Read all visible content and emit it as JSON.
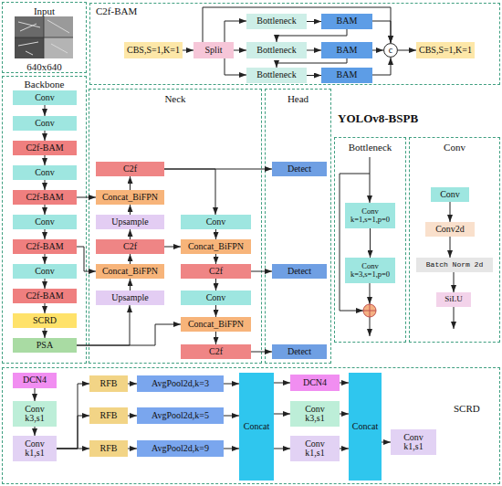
{
  "diagram": {
    "nodes": [
      {
        "text": [
          "Input",
          "640x640"
        ]
      },
      {
        "text": [
          "C2f-BAM"
        ]
      },
      {
        "text": [
          "CBS,S=1,K=1"
        ],
        "in": 1
      },
      {
        "text": [
          "Split"
        ],
        "in": 1
      },
      {
        "text": [
          "Bottleneck"
        ],
        "in": 1
      },
      {
        "text": [
          "BAM"
        ],
        "in": 1
      },
      {
        "text": [
          "Bottleneck"
        ],
        "in": 1
      },
      {
        "text": [
          "BAM"
        ],
        "in": 1
      },
      {
        "text": [
          "Bottleneck"
        ],
        "in": 1
      },
      {
        "text": [
          "BAM"
        ],
        "in": 1
      },
      {
        "text": [
          "c"
        ],
        "in": 1
      },
      {
        "text": [
          "CBS,S=1,K=1"
        ],
        "in": 1
      },
      {
        "text": [
          "Backbone"
        ]
      },
      {
        "text": [
          "Conv"
        ],
        "in": 12
      },
      {
        "text": [
          "Conv"
        ],
        "in": 12
      },
      {
        "text": [
          "C2f-BAM"
        ],
        "in": 12
      },
      {
        "text": [
          "Conv"
        ],
        "in": 12
      },
      {
        "text": [
          "C2f-BAM"
        ],
        "in": 12
      },
      {
        "text": [
          "Conv"
        ],
        "in": 12
      },
      {
        "text": [
          "C2f-BAM"
        ],
        "in": 12
      },
      {
        "text": [
          "Conv"
        ],
        "in": 12
      },
      {
        "text": [
          "C2f-BAM"
        ],
        "in": 12
      },
      {
        "text": [
          "SCRD"
        ],
        "in": 12
      },
      {
        "text": [
          "PSA"
        ],
        "in": 12
      },
      {
        "text": [
          "Neck"
        ]
      },
      {
        "text": [
          "C2f"
        ],
        "in": 24
      },
      {
        "text": [
          "Concat_BiFPN"
        ],
        "in": 24
      },
      {
        "text": [
          "Upsample"
        ],
        "in": 24
      },
      {
        "text": [
          "C2f"
        ],
        "in": 24
      },
      {
        "text": [
          "Concat_BiFPN"
        ],
        "in": 24
      },
      {
        "text": [
          "Upsample"
        ],
        "in": 24
      },
      {
        "text": [
          "Conv"
        ],
        "in": 24
      },
      {
        "text": [
          "Concat_BiFPN"
        ],
        "in": 24
      },
      {
        "text": [
          "C2f"
        ],
        "in": 24
      },
      {
        "text": [
          "Conv"
        ],
        "in": 24
      },
      {
        "text": [
          "Concat_BiFPN"
        ],
        "in": 24
      },
      {
        "text": [
          "C2f"
        ],
        "in": 24
      },
      {
        "text": [
          "Head"
        ]
      },
      {
        "text": [
          "Detect"
        ],
        "in": 37
      },
      {
        "text": [
          "Detect"
        ],
        "in": 37
      },
      {
        "text": [
          "Detect"
        ],
        "in": 37
      },
      {
        "text": [
          "Bottleneck"
        ]
      },
      {
        "text": [
          "Conv k=1,s=1,p=0"
        ],
        "in": 41
      },
      {
        "text": [
          "Conv k=3,s=1,p=0"
        ],
        "in": 41
      },
      {
        "text": [
          "Conv"
        ]
      },
      {
        "text": [
          "Conv"
        ],
        "in": 44
      },
      {
        "text": [
          "Conv2d"
        ],
        "in": 44
      },
      {
        "text": [
          "Batch Norm 2d"
        ],
        "in": 44
      },
      {
        "text": [
          "SiLU"
        ],
        "in": 44
      },
      {
        "text": [
          "SCRD"
        ]
      },
      {
        "text": [
          "DCN4"
        ],
        "in": 49
      },
      {
        "text": [
          "Conv k3,s1"
        ],
        "in": 49
      },
      {
        "text": [
          "Conv k1,s1"
        ],
        "in": 49
      },
      {
        "text": [
          "RFB"
        ],
        "in": 49
      },
      {
        "text": [
          "RFB"
        ],
        "in": 49
      },
      {
        "text": [
          "RFB"
        ],
        "in": 49
      },
      {
        "text": [
          "AvgPool2d,k=3"
        ],
        "in": 49
      },
      {
        "text": [
          "AvgPool2d,k=5"
        ],
        "in": 49
      },
      {
        "text": [
          "AvgPool2d,k=9"
        ],
        "in": 49
      },
      {
        "text": [
          "Concat"
        ],
        "in": 49
      },
      {
        "text": [
          "DCN4"
        ],
        "in": 49
      },
      {
        "text": [
          "Conv k3,s1"
        ],
        "in": 49
      },
      {
        "text": [
          "Conv k1,s1"
        ],
        "in": 49
      },
      {
        "text": [
          "Concat"
        ],
        "in": 49
      },
      {
        "text": [
          "Conv k1,s1"
        ],
        "in": 49
      }
    ],
    "edges": [
      {
        "from": 2,
        "to": 3,
        "arrow": "to"
      },
      {
        "from": 3,
        "to": 4,
        "arrow": "to"
      },
      {
        "from": 3,
        "to": 6,
        "arrow": "to"
      },
      {
        "from": 3,
        "to": 8,
        "arrow": "to"
      },
      {
        "from": 4,
        "to": 5,
        "arrow": "to"
      },
      {
        "from": 6,
        "to": 7,
        "arrow": "to"
      },
      {
        "from": 8,
        "to": 9,
        "arrow": "to"
      },
      {
        "from": 5,
        "to": 6,
        "arrow": "to"
      },
      {
        "from": 7,
        "to": 8,
        "arrow": "to"
      },
      {
        "from": 5,
        "to": 10,
        "arrow": "to"
      },
      {
        "from": 7,
        "to": 10,
        "arrow": "to"
      },
      {
        "from": 9,
        "to": 10,
        "arrow": "to"
      },
      {
        "from": 3,
        "to": 10,
        "arrow": "to"
      },
      {
        "from": 10,
        "to": 11,
        "arrow": "to"
      },
      {
        "from": 13,
        "to": 14,
        "arrow": "to"
      },
      {
        "from": 14,
        "to": 15,
        "arrow": "to"
      },
      {
        "from": 15,
        "to": 16,
        "arrow": "to"
      },
      {
        "from": 16,
        "to": 17,
        "arrow": "to"
      },
      {
        "from": 17,
        "to": 18,
        "arrow": "to"
      },
      {
        "from": 18,
        "to": 19,
        "arrow": "to"
      },
      {
        "from": 19,
        "to": 20,
        "arrow": "to"
      },
      {
        "from": 20,
        "to": 21,
        "arrow": "to"
      },
      {
        "from": 21,
        "to": 22,
        "arrow": "to"
      },
      {
        "from": 22,
        "to": 23,
        "arrow": "to"
      },
      {
        "from": 23,
        "to": 30,
        "arrow": "to"
      },
      {
        "from": 30,
        "to": 29,
        "arrow": "to"
      },
      {
        "from": 29,
        "to": 28,
        "arrow": "to"
      },
      {
        "from": 28,
        "to": 27,
        "arrow": "to"
      },
      {
        "from": 27,
        "to": 26,
        "arrow": "to"
      },
      {
        "from": 26,
        "to": 25,
        "arrow": "to"
      },
      {
        "from": 25,
        "to": 38,
        "arrow": "to"
      },
      {
        "from": 25,
        "to": 31,
        "arrow": "to"
      },
      {
        "from": 31,
        "to": 32,
        "arrow": "to"
      },
      {
        "from": 32,
        "to": 33,
        "arrow": "to"
      },
      {
        "from": 33,
        "to": 39,
        "arrow": "to"
      },
      {
        "from": 33,
        "to": 34,
        "arrow": "to"
      },
      {
        "from": 34,
        "to": 35,
        "arrow": "to"
      },
      {
        "from": 35,
        "to": 36,
        "arrow": "to"
      },
      {
        "from": 36,
        "to": 40,
        "arrow": "to"
      },
      {
        "from": 28,
        "to": 32,
        "arrow": "to"
      },
      {
        "from": 23,
        "to": 35,
        "arrow": "to"
      },
      {
        "from": 17,
        "to": 26,
        "arrow": "to"
      },
      {
        "from": 19,
        "to": 29,
        "arrow": "to"
      },
      {
        "from": 42,
        "to": 43,
        "arrow": "to"
      },
      {
        "from": 45,
        "to": 46,
        "arrow": "to"
      },
      {
        "from": 46,
        "to": 47,
        "arrow": "to"
      },
      {
        "from": 47,
        "to": 48,
        "arrow": "to"
      },
      {
        "from": 50,
        "to": 51,
        "arrow": "to"
      },
      {
        "from": 51,
        "to": 52,
        "arrow": "to"
      },
      {
        "from": 52,
        "to": 53,
        "arrow": "to"
      },
      {
        "from": 52,
        "to": 54,
        "arrow": "to"
      },
      {
        "from": 52,
        "to": 55,
        "arrow": "to"
      },
      {
        "from": 53,
        "to": 56,
        "arrow": "to"
      },
      {
        "from": 54,
        "to": 57,
        "arrow": "to"
      },
      {
        "from": 55,
        "to": 58,
        "arrow": "to"
      },
      {
        "from": 56,
        "to": 59,
        "arrow": "to"
      },
      {
        "from": 57,
        "to": 59,
        "arrow": "to"
      },
      {
        "from": 58,
        "to": 59,
        "arrow": "to"
      },
      {
        "from": 59,
        "to": 60,
        "arrow": "to"
      },
      {
        "from": 59,
        "to": 61,
        "arrow": "to"
      },
      {
        "from": 59,
        "to": 62,
        "arrow": "to"
      },
      {
        "from": 60,
        "to": 63,
        "arrow": "to"
      },
      {
        "from": 61,
        "to": 63,
        "arrow": "to"
      },
      {
        "from": 62,
        "to": 63,
        "arrow": "to"
      },
      {
        "from": 63,
        "to": 64,
        "arrow": "to"
      }
    ],
    "labels": [
      "YOLOv8-BSPB"
    ]
  }
}
